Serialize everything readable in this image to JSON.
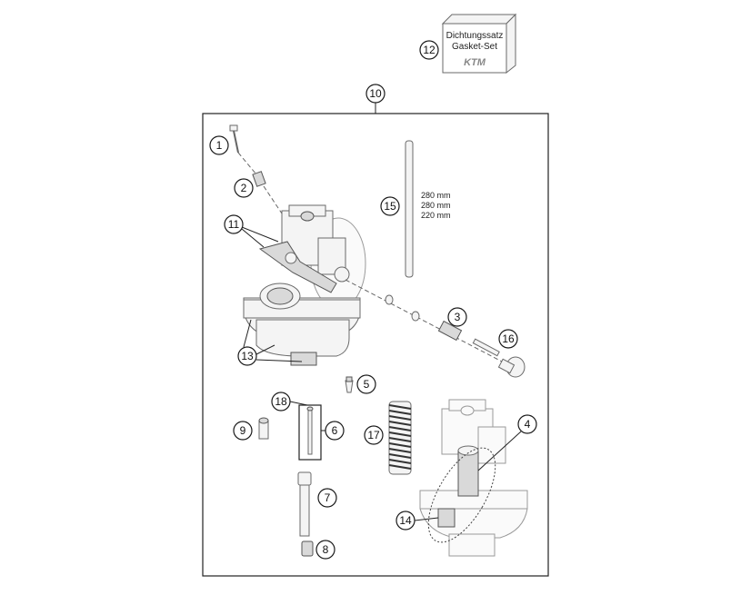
{
  "gasket_box": {
    "line1": "Dichtungssatz",
    "line2": "Gasket-Set",
    "logo": "KTM"
  },
  "callouts": {
    "c1": "1",
    "c2": "2",
    "c3": "3",
    "c4": "4",
    "c5": "5",
    "c6": "6",
    "c7": "7",
    "c8": "8",
    "c9": "9",
    "c10": "10",
    "c11": "11",
    "c12": "12",
    "c13": "13",
    "c14": "14",
    "c15": "15",
    "c16": "16",
    "c17": "17",
    "c18": "18"
  },
  "tube_lengths": [
    "280 mm",
    "280 mm",
    "220 mm"
  ]
}
